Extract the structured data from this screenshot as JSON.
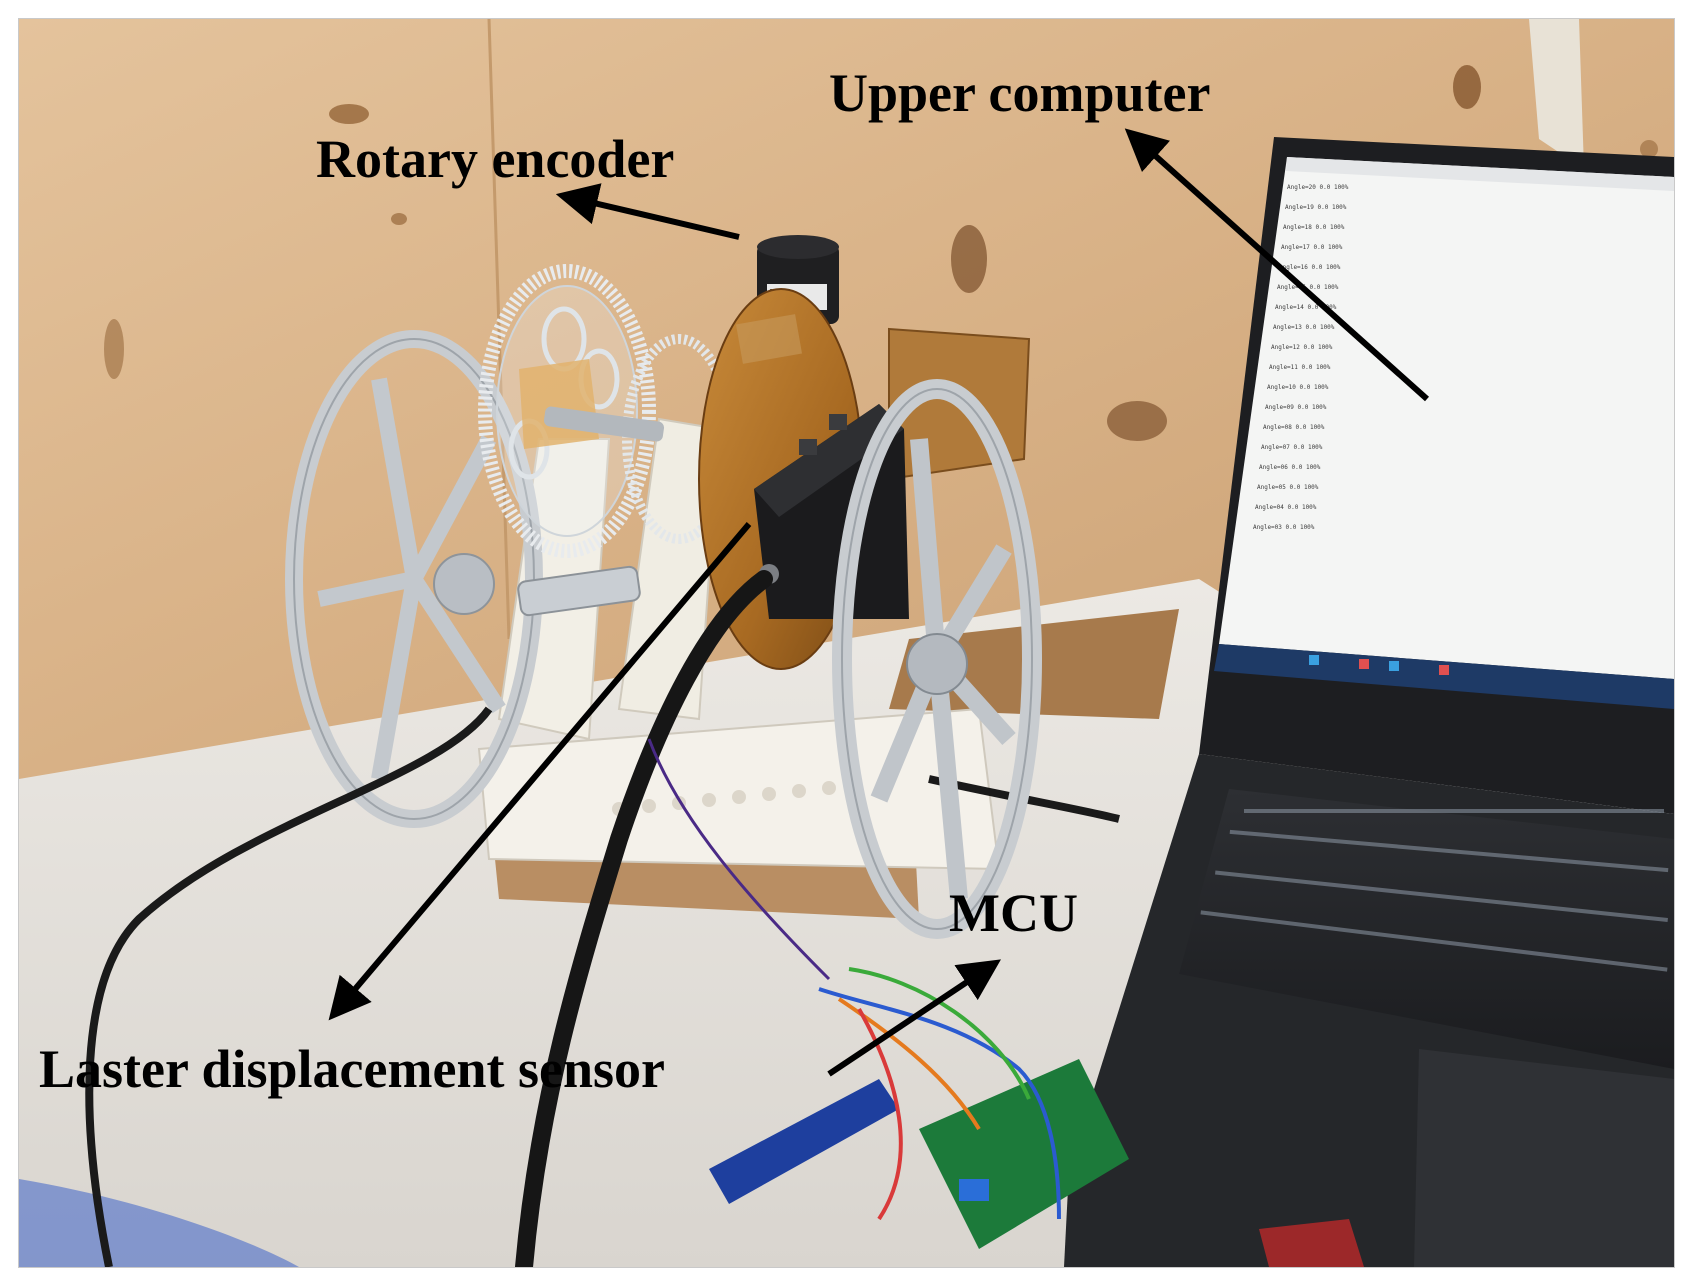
{
  "figure": {
    "labels": {
      "rotary_encoder": "Rotary encoder",
      "upper_computer": "Upper computer",
      "mcu": "MCU",
      "laser_sensor": "Laster displacement sensor"
    },
    "colors": {
      "wood_wall": "#d9b48c",
      "table_top": "#e6e2dc",
      "arrow": "#000000",
      "label_text": "#000000",
      "aluminium": "#c8ccd0",
      "printed_plastic": "#f2efe6",
      "laptop_body": "#2a2b2e",
      "screen": "#f4f5f4"
    }
  }
}
